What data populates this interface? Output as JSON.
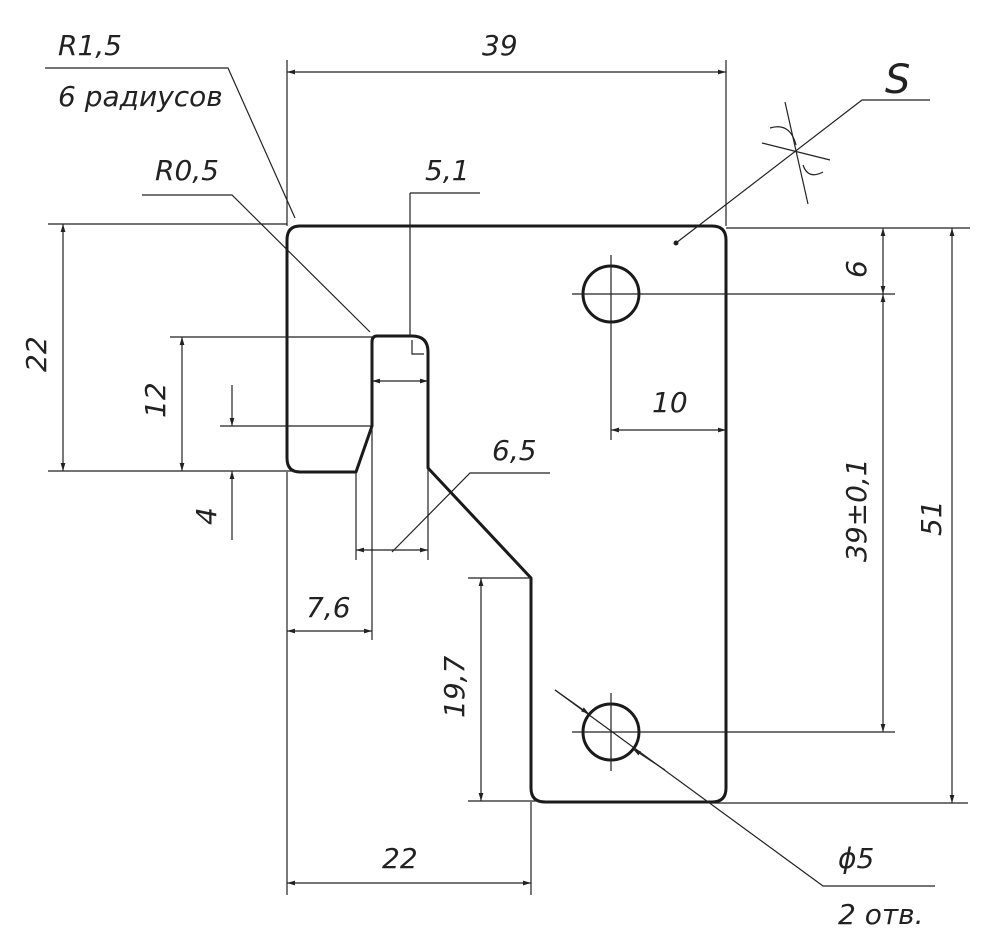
{
  "drawing": {
    "labels": {
      "radius_outer": "R1,5",
      "radius_outer_note": "6 радиусов",
      "radius_inner": "R0,5",
      "slot_width": "5,1",
      "overall_width": "39",
      "thickness": "S",
      "top_hole_offset": "6",
      "hole_edge_offset": "10",
      "hole_spacing": "39±0,1",
      "overall_height": "51",
      "left_height": "22",
      "notch_height": "12",
      "chamfer_height": "4",
      "gap_width": "6,5",
      "left_tab_width": "7,6",
      "lower_height": "19,7",
      "bottom_width": "22",
      "hole_diameter": "ϕ5",
      "hole_count": "2 отв."
    }
  }
}
